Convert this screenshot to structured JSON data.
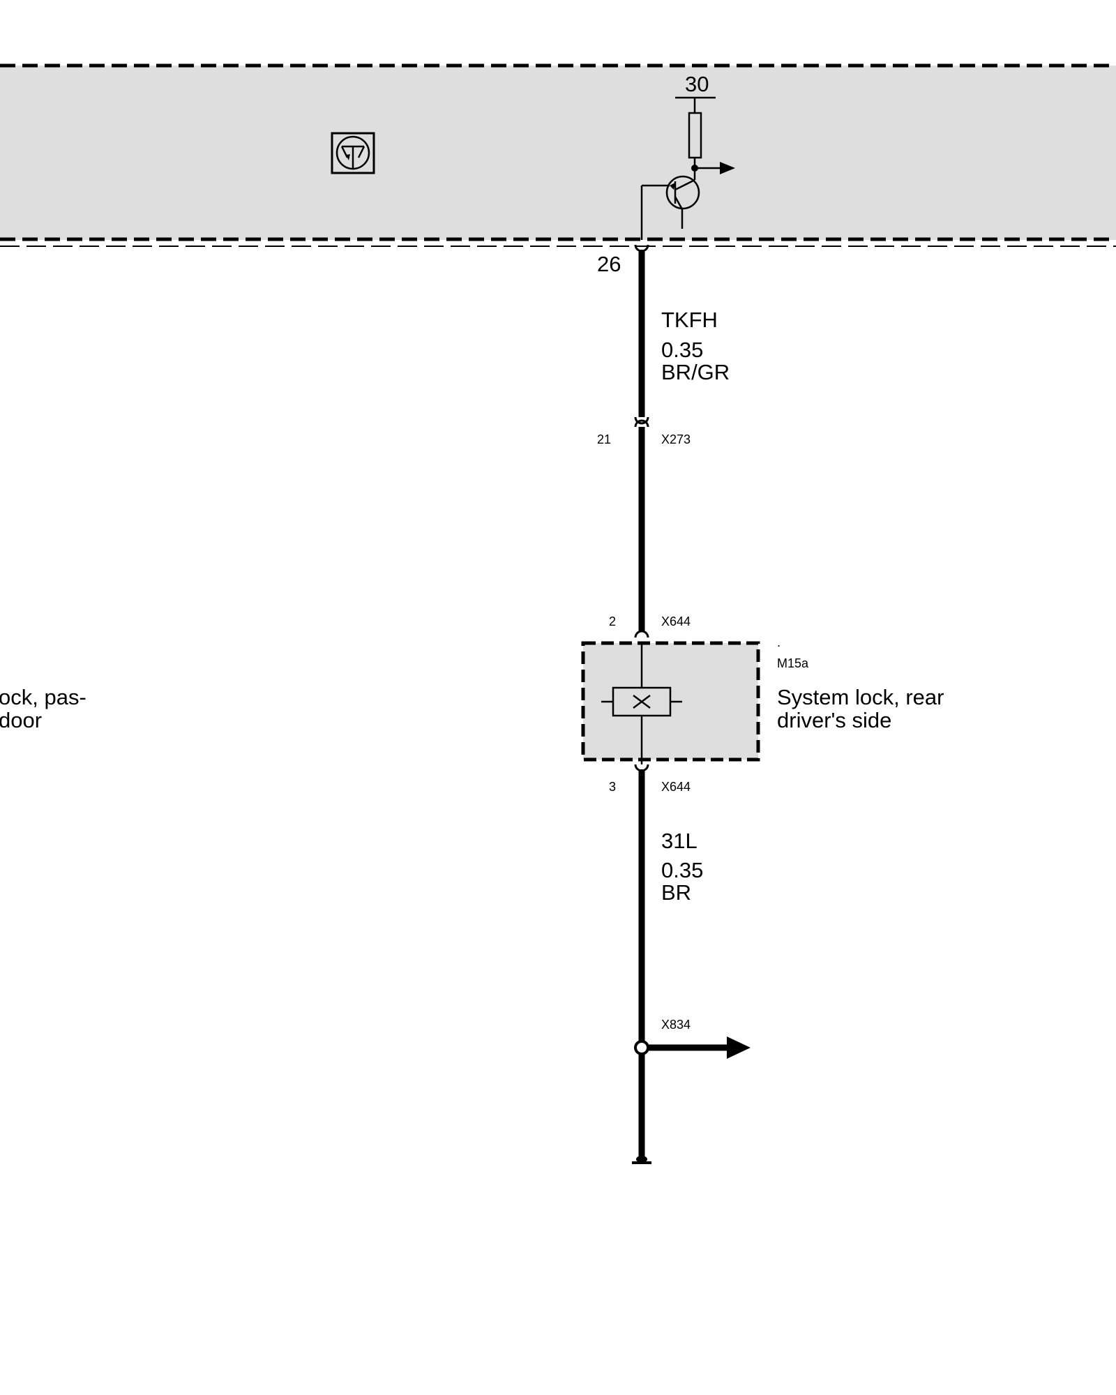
{
  "control_unit": {
    "terminal_30": "30",
    "pin": "26",
    "transistor_icon": "transistor-symbol-icon",
    "output_icon": "arrow-right-icon"
  },
  "wire_upper": {
    "signal": "TKFH",
    "gauge": "0.35",
    "color_code": "BR/GR"
  },
  "connector_x273": {
    "pin": "21",
    "name": "X273"
  },
  "component": {
    "pin_in": "2",
    "connector_in": "X644",
    "dot": ".",
    "id": "M15a",
    "desc_line1": "System lock, rear",
    "desc_line2": "driver's side",
    "pin_out": "3",
    "connector_out": "X644",
    "icon": "actuator-motor-icon"
  },
  "wire_lower": {
    "signal": "31L",
    "gauge": "0.35",
    "color_code": "BR"
  },
  "splice": {
    "name": "X834",
    "icon": "thick-arrow-right-icon"
  },
  "ground_icon": "ground-terminal-icon",
  "partial_label": {
    "line1": "ock, pas-",
    "line2": "door"
  }
}
